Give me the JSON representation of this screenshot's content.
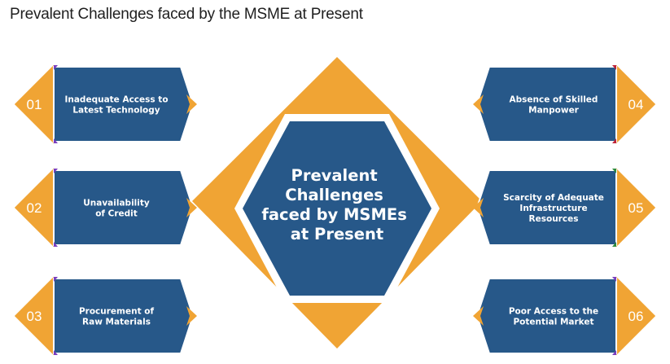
{
  "page_title": "Prevalent Challenges faced by the MSME at Present",
  "center": {
    "lines": [
      "Prevalent",
      "Challenges",
      "faced by MSMEs",
      "at Present"
    ]
  },
  "challenges": [
    {
      "number": "01",
      "lines": [
        "Inadequate Access to",
        "Latest Technology"
      ]
    },
    {
      "number": "02",
      "lines": [
        "Unavailability",
        "of Credit"
      ]
    },
    {
      "number": "03",
      "lines": [
        "Procurement of",
        "Raw Materials"
      ]
    },
    {
      "number": "04",
      "lines": [
        "Absence of Skilled",
        "Manpower"
      ]
    },
    {
      "number": "05",
      "lines": [
        "Scarcity of Adequate",
        "Infrastructure",
        "Resources"
      ]
    },
    {
      "number": "06",
      "lines": [
        "Poor Access to the",
        "Potential Market"
      ]
    }
  ],
  "colors": {
    "orange": "#F0A434",
    "blue": "#275889",
    "white": "#ffffff",
    "accent_purple": "#7a3fc0",
    "accent_red": "#c0243a",
    "accent_green": "#2e8b3e"
  }
}
